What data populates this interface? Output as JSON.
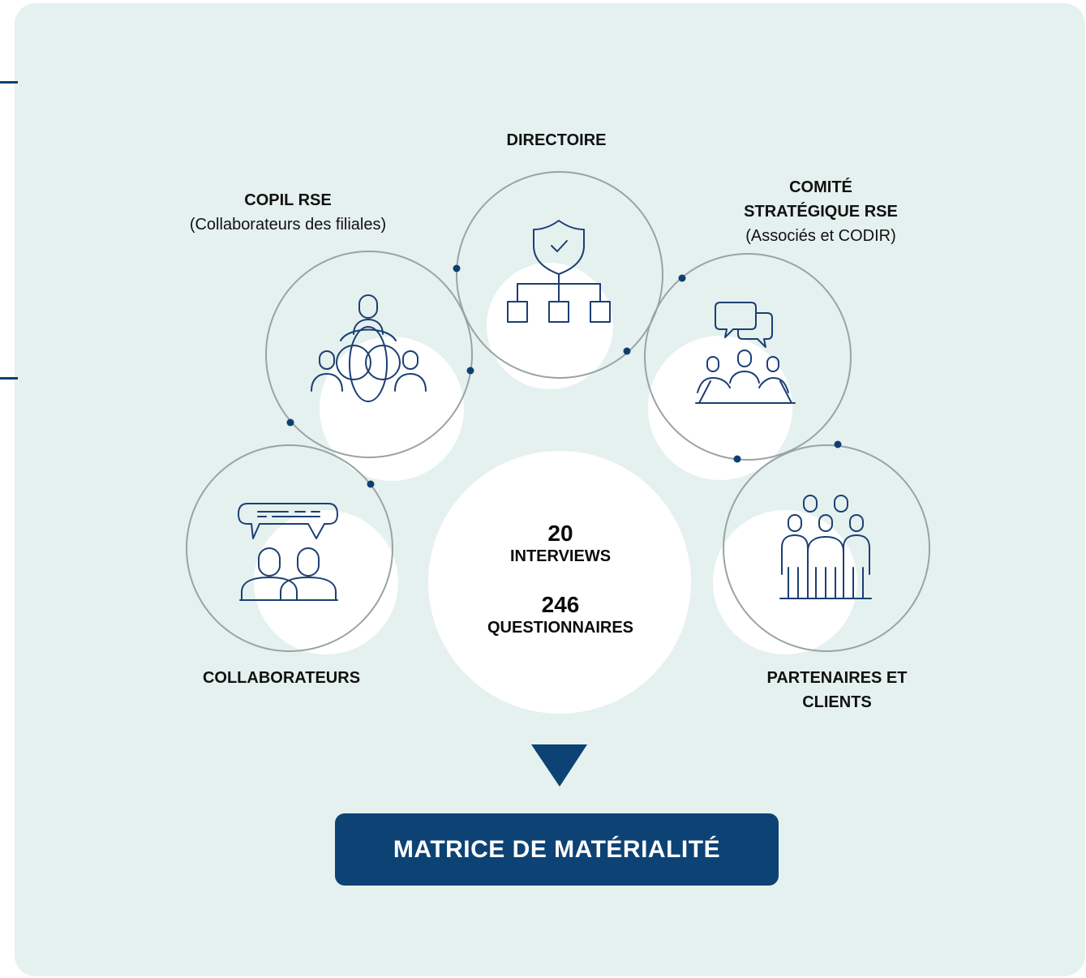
{
  "labels": {
    "directoire": "DIRECTOIRE",
    "copil_title": "COPIL RSE",
    "copil_sub": "(Collaborateurs des filiales)",
    "comite_line1": "COMITÉ",
    "comite_line2": "STRATÉGIQUE RSE",
    "comite_sub": "(Associés et CODIR)",
    "collaborateurs": "COLLABORATEURS",
    "partenaires_line1": "PARTENAIRES ET",
    "partenaires_line2": "CLIENTS"
  },
  "center": {
    "interviews_count": "20",
    "interviews_label": "INTERVIEWS",
    "questionnaires_count": "246",
    "questionnaires_label": "QUESTIONNAIRES"
  },
  "cta": {
    "label": "MATRICE DE MATÉRIALITÉ"
  },
  "icons": [
    "shield-org-chart-icon",
    "team-overlap-icon",
    "meeting-chat-icon",
    "conversation-icon",
    "group-people-icon",
    "arrow-down-icon"
  ],
  "colors": {
    "background": "#e5f1ef",
    "accent": "#0d4275",
    "icon_stroke": "#1c3f73",
    "ring": "#9aa3a3"
  }
}
